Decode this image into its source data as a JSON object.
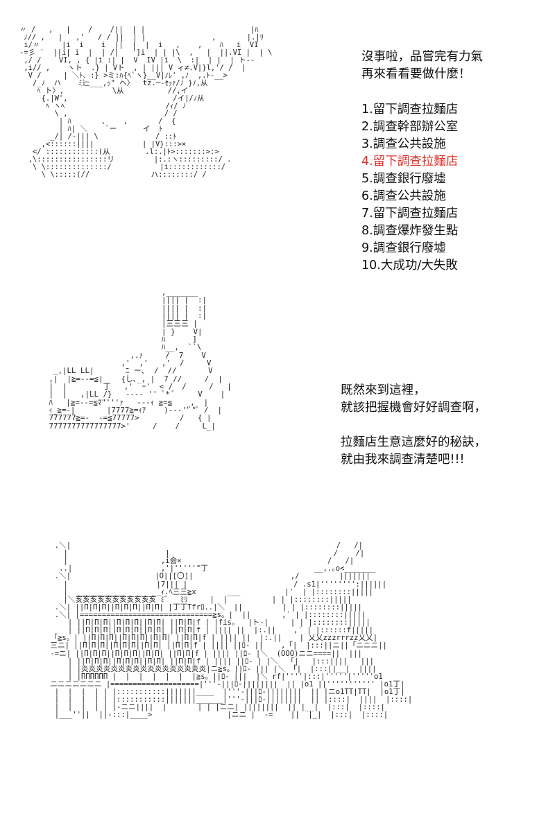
{
  "panel1": {
    "dialog": [
      "沒事啦，品嘗完有力氣",
      "再來看看要做什麼！"
    ],
    "options": [
      {
        "text": "1.留下調查拉麵店",
        "color": "#111111"
      },
      {
        "text": "2.調查幹部辦公室",
        "color": "#111111"
      },
      {
        "text": "3.調查公共設施",
        "color": "#111111"
      },
      {
        "text": "4.留下調查拉麵店",
        "color": "#e0302a"
      },
      {
        "text": "5.調查銀行廢墟",
        "color": "#111111"
      },
      {
        "text": "6.調查公共設施",
        "color": "#111111"
      },
      {
        "text": "7.留下調查拉麵店",
        "color": "#111111"
      },
      {
        "text": "8.調查爆炸發生點",
        "color": "#111111"
      },
      {
        "text": "9.調查銀行廢墟",
        "color": "#111111"
      },
      {
        "text": "10.大成功/大失敗",
        "color": "#111111"
      }
    ]
  },
  "panel2": {
    "dialog_a": [
      "既然來到這裡，",
      "就該把握機會好好調查啊，"
    ],
    "dialog_b": [
      "拉麵店生意這麼好的秘訣，",
      "就由我來調查清楚吧!!!"
    ]
  },
  "art": {
    "face": "〃 /   ,   |    /    /||  | |                        |ﾊ\n ﾉ// ,   |   ,'   / / ||  | |               ,       |.|ﾘ\n i/〃     |i  i    i  ||  |  |  i   ,    ,    ﾊ   i  VI\n-=彡 ′  ||i| i  |  | /|   ']i  | | |\\  ,   |  ||.VI |  | \\\n ,/ /    VI, , { |i :| |  V  IV |i  \\  :|  | |  | ト-‐\n ,i// ,    ヽト  .} | Vト  , | ||| V ィ≠.V|}l,'/ /  |\n  V /     | ＼ﾄ、:} >ミ:ﾊ{ﾍ`ヽ}__V|ﾉﾚ' ,ﾉ  ,.ﾄ-__>\n   /_ﾉ  ハ    ﾐ辷___,ｯ\" ヘ〉  tz.─-ｾｯｧ/ﾉ }ﾉ,从\n    ﾍ ト〉,           \\从          //,イ\n     {.|W',                        /イ|/ﾉ从\n      ﾍ ヽﾍ                       /ｨ/ ﾉ\n        \\ ,                      / /\n         | ﾊ       ､    ,       /  {\n         | ﾊ| ＼    `ー      イ  ﾄ\n       _/| /-||| \\             / ::ﾄ\n     ,<::::::||||           | |V}:::>×\n   </ ::::::::::::(从        .l:.|ﾄ>:::::::>:>\n  ,\\::::::::::::::::リ         |:.:ヽ:::::::::/ .\n   \\ \\::::::::::::::/           |i::::::::::::/\n     \\ \\:::::(//              ハ::::::::/ /",
    "cook": "                          ,_______\n                          |||| |  :|\n                          |||| |  :|\n                          |||| |  :|\n                          |三三三 |\n                          | }    V|\n                          ﾊ      ]\n                          ﾊ__,  ``\\\n                   ,.ｧ     /  7    V\n                 ,'  ,'   ,'  /     V\n  _,|LL LL|       ﾆ ー､  /  //       V\n ,|  |≧=--=≦|    {し､_, |  7 //     /  |\n |  |        丁   ,'  ｰ'  < /  /     /   |\n |  |   ,|LL /}   ---- '' ﾟ* ﾟ     V    |\n ﾊ   |≧=--=≦ﾏ\"'''ｧ   ---ｨ ≧=≦    ,  |\n ｨ_≧=-|       |7777≧=ｨｱ    )---''ﾟ*ﾟ /  |\n 777777≧=-  -=≦77777>         /   { |\n 7777777777777777>'     /    /     L_|",
    "town": "  .＼|                                                            /   /|\n    |                      |                                     /    /|\n    |                     ,i会×                                 /   /|\n   ..|                    ,'|'''''\"丁                        __,.｡o<_______\n  .＼|                   |O||[〇]|                      ,/         |||||||\n    |                    |7||| |                        / .s1|'''''''':||||||\n    |  ___________      __ｨ.ﾍ三三≧x       ___          |'  | |::::::::|||||\n    |＼亥亥亥亥亥亥亥亥亥亥亥 ﾐ゛  ﾐﾘ     |  |          | | |::::::::|||||\n  .＼| ||Π|Π|Π||Π|Π|Π||Π|Π| |丁丁Tfrﾛ..|＼  ||         | | |::::::::|||||\n  .＼| |==============================≧s。|  ||       ,′ | |::::::::|||||\n     | ||Π|Π|Π||Π|Π|Π||Π|Π| ||Π|Π|f | |fis。  |ト-|     | | |::::::::|||||\n     | ||Π|Π|Π||Π|Π|Π||Π|Π| ||Π|Π|f | |||| ||  |:.||    ,′ | |::::::f|||||\n 「≧s。| ||Π|Π|Π||Π|Π|Π||Π|Π| ||Π|Π|f | |||| ||  |:.||    | 乂乂zzzrrrzz乂乂|\n 三ニ| ||Π|Π|Π||Π|Π|Π||Π|Π| ||Π|Π|f | |||| ||ﾛ- ||    ,「|  |:::||ニ||「ニニニ||\n -=ニ| ||Π|Π|Π||Π|Π|Π||Π|Π| ||Π|Π|f | |||| ||ﾛ- |＼  (OOO)ニニ====||  |||\n     | ||Π|Π|Π||Π|Π|Π||Π|Π| ||Π|Π|f | |||| ||ﾛ- | |＼  「|   |:::||||   |||\n     | |炎炎炎炎炎炎炎炎炎炎炎炎炎炎炎炎炎|ニ≧s。||ﾛ- ||| |＼ 「|  |:::||__|  ||||\n     | |ΠΠΠΠΠΠ |  |  |  |  |  |  |≧s。||ﾛ- |||  |＼ rf|''''|:::|'''''|'''''o1\n ニニニニニニニ |====================|'''-|||ﾛ-||||||||  || |o1 ||''''''''''' |o1丁|\n  |  |  |  | | |:::::::::::|||||||____  |'''-|||ﾛ-||||||||  || |ニo1TT|TT|  |o1丁|\n  |  |  |  | | |:::::::::::|||||||______|'''-|||ﾛ-||||||||  || |::::|  ||||  |::::|\n  |  |  |  | | |-ニニ||||  |       | | |ニニ| ||||||||  || |__|  |:::|  |::::|\n  |___''||  ||-:::|____>                 |ニニ |  -=    ||  |_|  |:::|  |::::|"
  }
}
